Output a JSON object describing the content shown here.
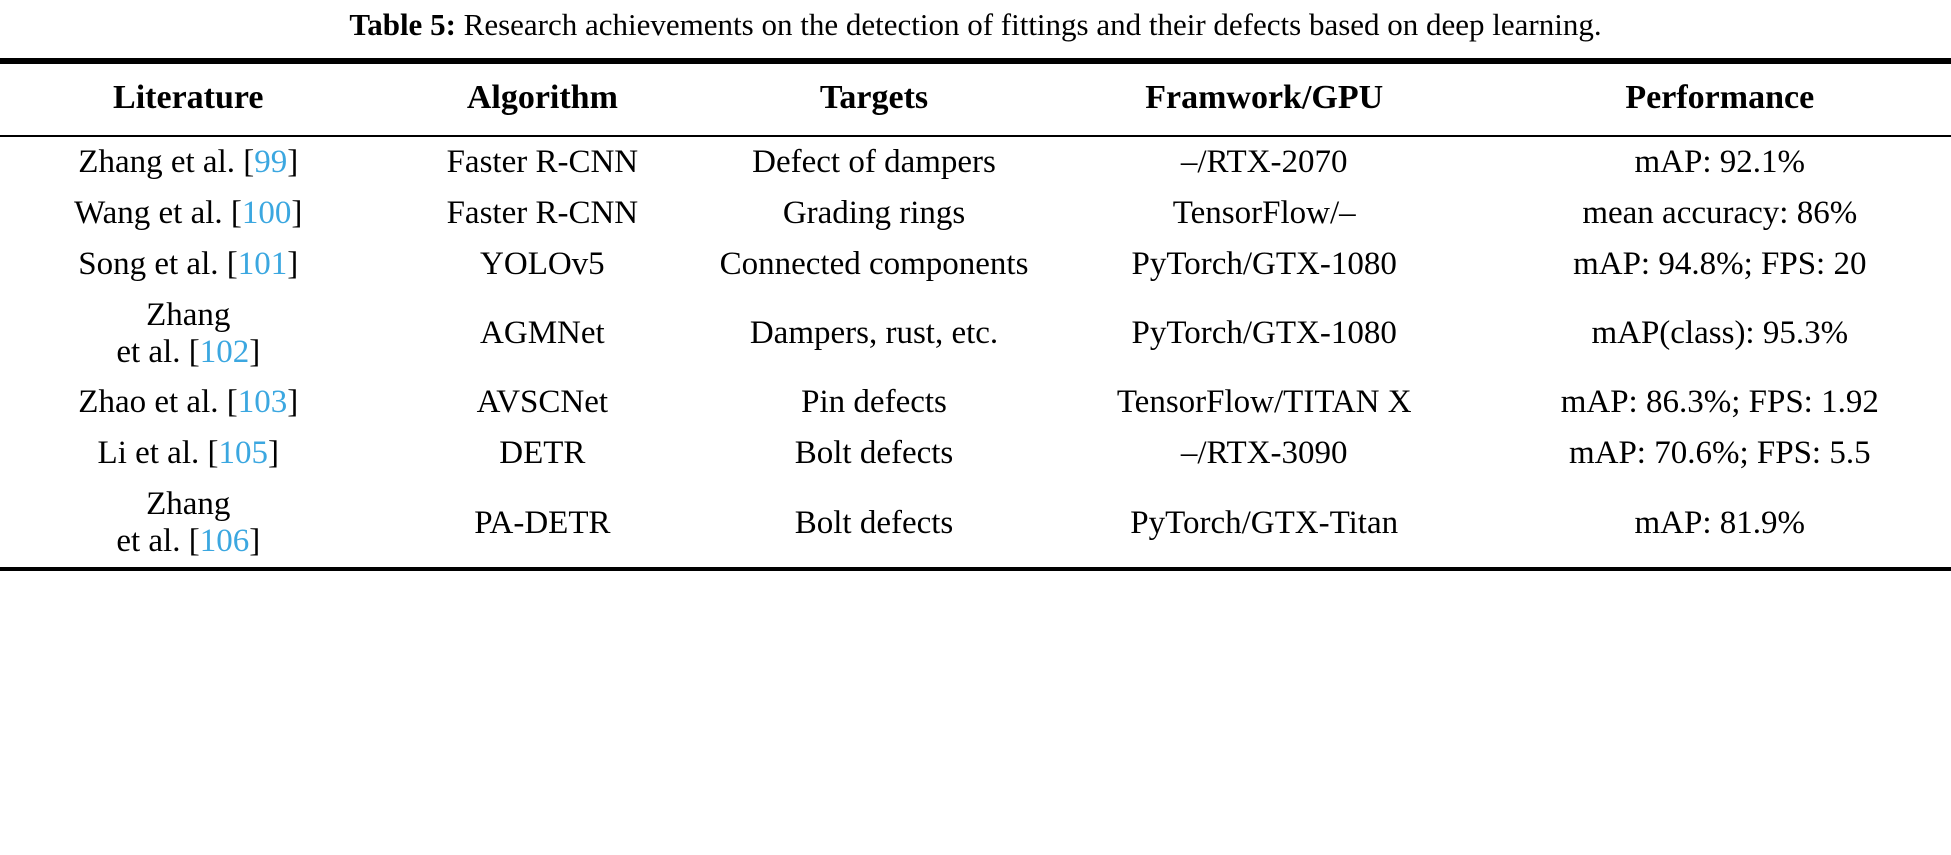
{
  "caption": {
    "label": "Table 5:",
    "text": " Research achievements on the detection of fittings and their defects based on deep learning."
  },
  "colors": {
    "reference_link": "#3ba7e0",
    "text": "#000000",
    "rule": "#000000",
    "background": "#ffffff"
  },
  "table": {
    "headers": [
      "Literature",
      "Algorithm",
      "Targets",
      "Framwork/GPU",
      "Performance"
    ],
    "rows": [
      {
        "literature_prefix": "Zhang et al. [",
        "literature_ref": "99",
        "literature_suffix": "]",
        "literature_line1": "",
        "literature_line2": "",
        "algorithm": "Faster R-CNN",
        "targets": "Defect of dampers",
        "framework_gpu": "–/RTX-2070",
        "performance": "mAP: 92.1%"
      },
      {
        "literature_prefix": "Wang et al. [",
        "literature_ref": "100",
        "literature_suffix": "]",
        "algorithm": "Faster R-CNN",
        "targets": "Grading rings",
        "framework_gpu": "TensorFlow/–",
        "performance": "mean accuracy: 86%"
      },
      {
        "literature_prefix": "Song et al. [",
        "literature_ref": "101",
        "literature_suffix": "]",
        "algorithm": "YOLOv5",
        "targets": "Connected components",
        "framework_gpu": "PyTorch/GTX-1080",
        "performance": "mAP: 94.8%; FPS: 20"
      },
      {
        "literature_prefix": "Zhang",
        "literature_ref": "102",
        "literature_suffix": "]",
        "literature_second_line_prefix": "et al. [",
        "algorithm": "AGMNet",
        "targets": "Dampers, rust, etc.",
        "framework_gpu": "PyTorch/GTX-1080",
        "performance": "mAP(class): 95.3%"
      },
      {
        "literature_prefix": "Zhao et al. [",
        "literature_ref": "103",
        "literature_suffix": "]",
        "algorithm": "AVSCNet",
        "targets": "Pin defects",
        "framework_gpu": "TensorFlow/TITAN X",
        "performance": "mAP: 86.3%; FPS: 1.92"
      },
      {
        "literature_prefix": "Li et al. [",
        "literature_ref": "105",
        "literature_suffix": "]",
        "algorithm": "DETR",
        "targets": "Bolt defects",
        "framework_gpu": "–/RTX-3090",
        "performance": "mAP: 70.6%; FPS: 5.5"
      },
      {
        "literature_prefix": "Zhang",
        "literature_ref": "106",
        "literature_suffix": "]",
        "literature_second_line_prefix": "et al. [",
        "algorithm": "PA-DETR",
        "targets": "Bolt defects",
        "framework_gpu": "PyTorch/GTX-Titan",
        "performance": "mAP: 81.9%"
      }
    ]
  }
}
